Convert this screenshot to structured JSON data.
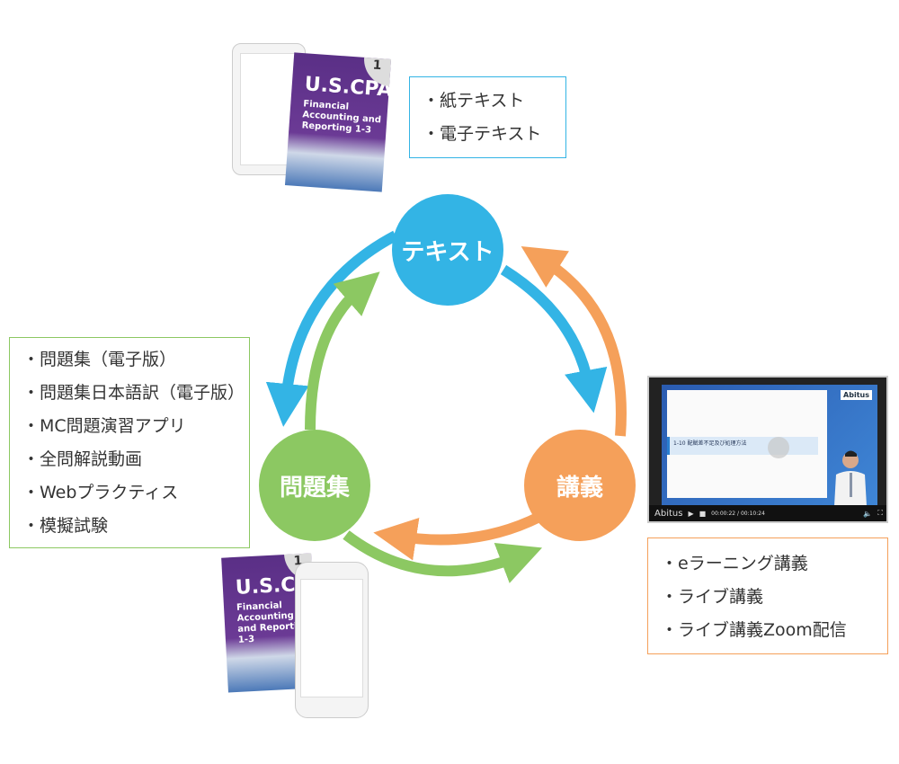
{
  "nodes": {
    "text": "テキスト",
    "problems": "問題集",
    "lecture": "講義"
  },
  "text_box": {
    "items": [
      "・紙テキスト",
      "・電子テキスト"
    ]
  },
  "problems_box": {
    "items": [
      "・問題集（電子版）",
      "・問題集日本語訳（電子版）",
      "・MC問題演習アプリ",
      "・全問解説動画",
      "・Webプラクティス",
      "・模擬試験"
    ]
  },
  "lecture_box": {
    "items": [
      "・eラーニング講義",
      "・ライブ講義",
      "・ライブ講義Zoom配信"
    ]
  },
  "book": {
    "title": "U.S.CPA",
    "subtitle": "Financial Accounting and Reporting 1-3",
    "volume": "1"
  },
  "video": {
    "brand": "Abitus",
    "slide_title": "1-10 配賦差不足及び処理方法",
    "time": "00:00:22 / 00:10:24"
  },
  "colors": {
    "blue": "#33b4e5",
    "green": "#8cc862",
    "orange": "#f5a05a"
  }
}
